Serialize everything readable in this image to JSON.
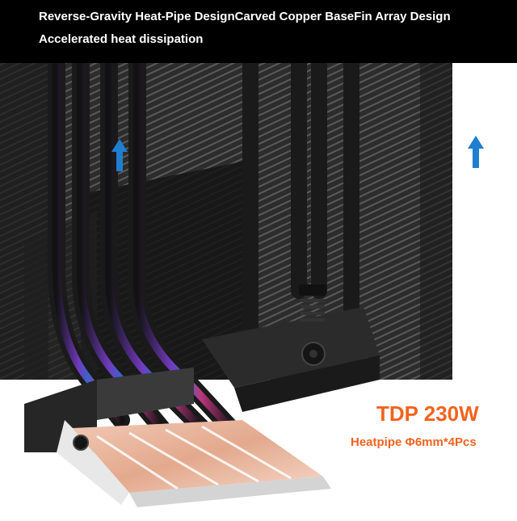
{
  "banner": {
    "line1": "Reverse-Gravity Heat-Pipe DesignCarved Copper BaseFin Array Design",
    "line2": "Accelerated heat dissipation"
  },
  "specs": {
    "tdp": "TDP 230W",
    "heatpipe": "Heatpipe Φ6mm*4Pcs"
  },
  "colors": {
    "accent": "#f2631f",
    "banner_bg": "#000000",
    "airflow_arrow": "#1e7fd0",
    "copper": "#e8b49c"
  },
  "icons": [
    "airflow-arrow-icon",
    "screw-icon"
  ]
}
